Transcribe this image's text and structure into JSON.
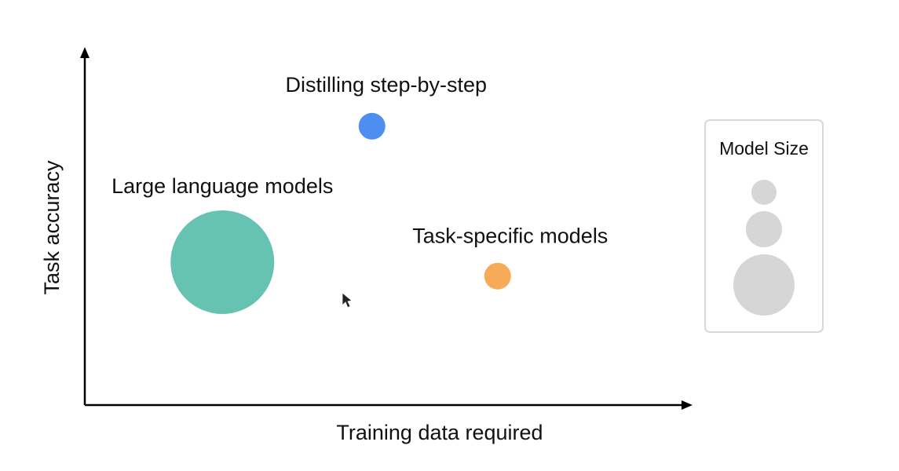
{
  "chart_data": {
    "type": "scatter",
    "title": "",
    "xlabel": "Training data required",
    "ylabel": "Task accuracy",
    "xlim": [
      0,
      100
    ],
    "ylim": [
      0,
      100
    ],
    "grid": false,
    "legend": {
      "title": "Model Size",
      "placement": "right",
      "sizes": [
        "small",
        "medium",
        "large"
      ],
      "color": "#d6d6d6"
    },
    "points": [
      {
        "label": "Large language models",
        "x": 23,
        "y": 41,
        "size": "large",
        "color": "#66c2b1"
      },
      {
        "label": "Distilling step-by-step",
        "x": 48,
        "y": 80,
        "size": "small",
        "color": "#4d8ef0"
      },
      {
        "label": "Task-specific models",
        "x": 69,
        "y": 37,
        "size": "small",
        "color": "#f7aa57"
      }
    ]
  }
}
